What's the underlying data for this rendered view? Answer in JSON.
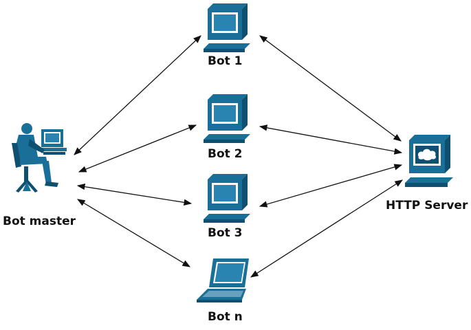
{
  "colors": {
    "icon": "#1a6f99",
    "icon_dark": "#0f4f70",
    "screen": "#2a84b2",
    "arrow": "#111111",
    "background": "#ffffff"
  },
  "nodes": {
    "bot_master": {
      "label": "Bot master",
      "icon": "person-at-computer-icon"
    },
    "bot_1": {
      "label": "Bot 1",
      "icon": "desktop-computer-icon"
    },
    "bot_2": {
      "label": "Bot 2",
      "icon": "desktop-computer-icon"
    },
    "bot_3": {
      "label": "Bot 3",
      "icon": "desktop-computer-icon"
    },
    "bot_n": {
      "label": "Bot n",
      "icon": "laptop-icon"
    },
    "http_server": {
      "label": "HTTP Server",
      "icon": "server-computer-icon"
    }
  },
  "connections": [
    {
      "from": "Bot master",
      "to": "Bot 1",
      "direction": "bidirectional"
    },
    {
      "from": "Bot master",
      "to": "Bot 2",
      "direction": "bidirectional"
    },
    {
      "from": "Bot master",
      "to": "Bot 3",
      "direction": "bidirectional"
    },
    {
      "from": "Bot master",
      "to": "Bot n",
      "direction": "bidirectional"
    },
    {
      "from": "Bot 1",
      "to": "HTTP Server",
      "direction": "bidirectional"
    },
    {
      "from": "Bot 2",
      "to": "HTTP Server",
      "direction": "bidirectional"
    },
    {
      "from": "Bot 3",
      "to": "HTTP Server",
      "direction": "bidirectional"
    },
    {
      "from": "Bot n",
      "to": "HTTP Server",
      "direction": "bidirectional"
    }
  ]
}
